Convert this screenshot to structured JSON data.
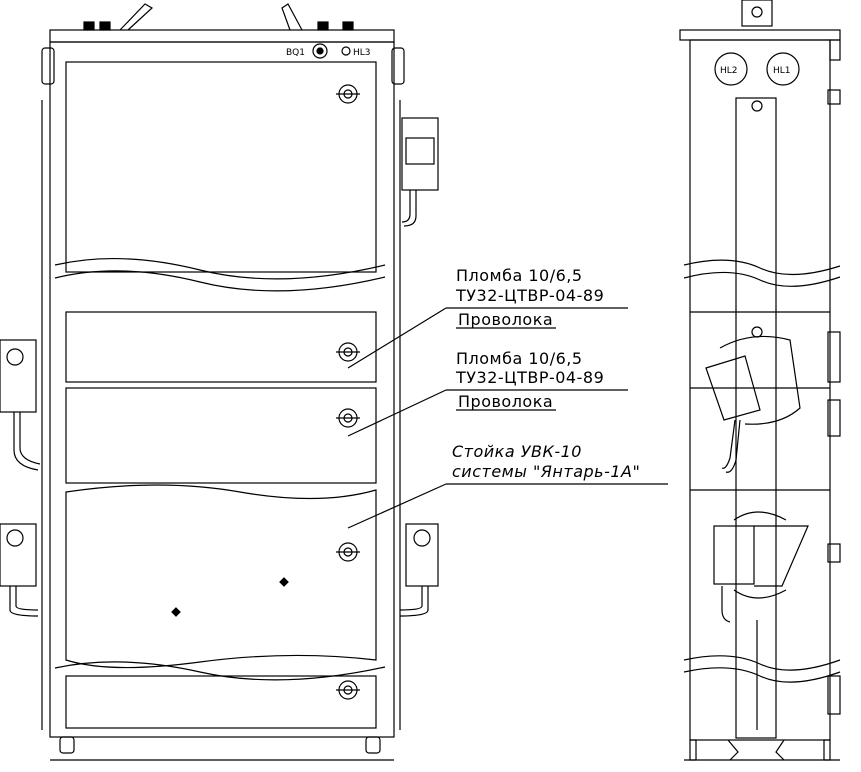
{
  "front_indicators": {
    "bq1": "BQ1",
    "hl3": "HL3"
  },
  "side_indicators": {
    "hl2": "HL2",
    "hl1": "HL1"
  },
  "callouts": [
    {
      "line1": "Пломба 10/6,5",
      "line2": "ТУ32-ЦТВР-04-89",
      "line3": "Проволока"
    },
    {
      "line1": "Пломба 10/6,5",
      "line2": "ТУ32-ЦТВР-04-89",
      "line3": "Проволока"
    },
    {
      "line1": "Стойка УВК-10",
      "line2": "системы \"Янтарь-1А\""
    }
  ],
  "colors": {
    "ink": "#000000",
    "paper": "#ffffff"
  }
}
